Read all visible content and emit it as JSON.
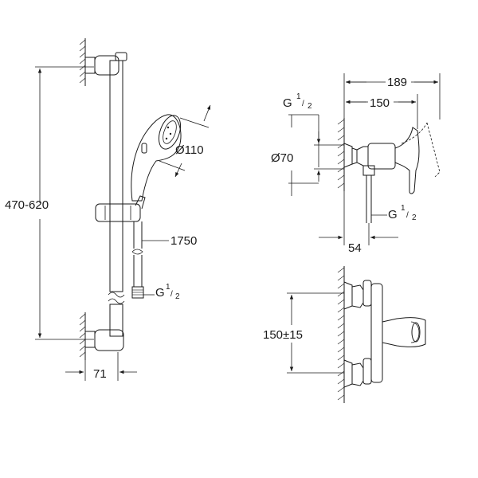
{
  "dims": {
    "rail_height": "470-620",
    "hand_shower_diameter": "Ø110",
    "hose_length": "1750",
    "hose_thread_g": "G",
    "hose_thread_num": "1",
    "hose_thread_den": "2",
    "wall_offset": "71",
    "mixer_depth_total": "189",
    "mixer_depth_body": "150",
    "mixer_inlet_g": "G",
    "mixer_inlet_num": "1",
    "mixer_inlet_den": "2",
    "escutcheon_diameter": "Ø70",
    "mixer_outlet_g": "G",
    "mixer_outlet_num": "1",
    "mixer_outlet_den": "2",
    "outlet_offset": "54",
    "inlet_centres": "150±15"
  }
}
